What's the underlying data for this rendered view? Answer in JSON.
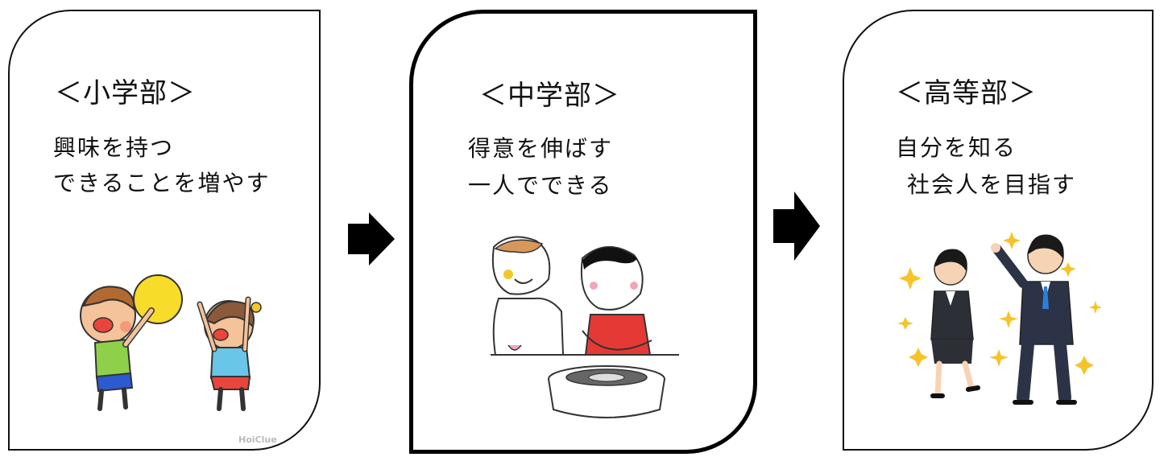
{
  "steps": [
    {
      "title": "＜小学部＞",
      "lines": [
        "興味を持つ",
        "できることを増やす"
      ],
      "illustration": "children-playing-ball"
    },
    {
      "title": "＜中学部＞",
      "lines": [
        "得意を伸ばす",
        "一人でできる"
      ],
      "illustration": "child-cooking-with-teacher"
    },
    {
      "title": "＜高等部＞",
      "lines": [
        "自分を知る",
        "社会人を目指す"
      ],
      "illustration": "businesspeople-sparkles"
    }
  ],
  "watermark": "HoiClue",
  "arrow_icon": "right-arrow-icon"
}
